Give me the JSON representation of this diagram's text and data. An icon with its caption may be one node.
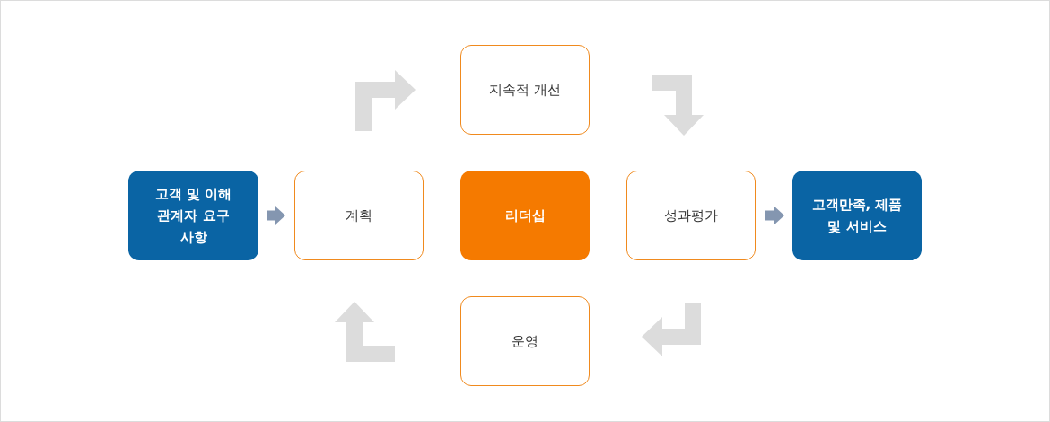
{
  "diagram": {
    "nodes": [
      {
        "text": [
          "고객 및 이해관계자 요구사항"
        ]
      },
      {
        "text": [
          "계획"
        ]
      },
      {
        "text": [
          "지속적 개선"
        ]
      },
      {
        "text": [
          "리더십"
        ]
      },
      {
        "text": [
          "성과평가"
        ]
      },
      {
        "text": [
          "고객만족, 제품 및 서비스"
        ]
      },
      {
        "text": [
          "운영"
        ]
      }
    ],
    "edges": [
      {
        "from": 0,
        "to": 1,
        "arrow": "to"
      },
      {
        "from": 4,
        "to": 5,
        "arrow": "to"
      }
    ]
  }
}
